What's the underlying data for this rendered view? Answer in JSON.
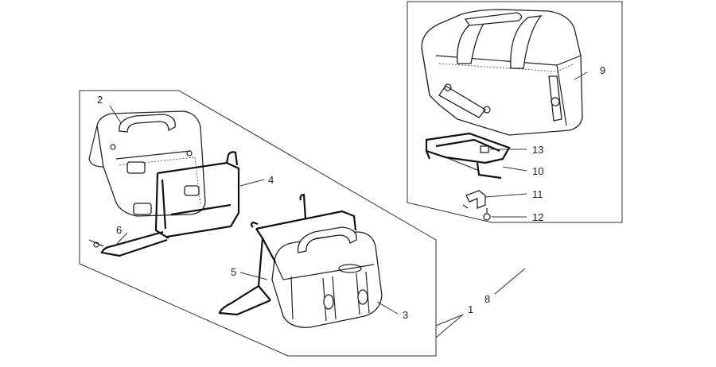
{
  "callouts": [
    {
      "id": "c1",
      "label": "1"
    },
    {
      "id": "c2",
      "label": "2"
    },
    {
      "id": "c3",
      "label": "3"
    },
    {
      "id": "c4",
      "label": "4"
    },
    {
      "id": "c5",
      "label": "5"
    },
    {
      "id": "c6",
      "label": "6"
    },
    {
      "id": "c8",
      "label": "8"
    },
    {
      "id": "c9",
      "label": "9"
    },
    {
      "id": "c10",
      "label": "10"
    },
    {
      "id": "c11",
      "label": "11"
    },
    {
      "id": "c12",
      "label": "12"
    },
    {
      "id": "c13",
      "label": "13"
    }
  ],
  "colors": {
    "line": "#222222",
    "background": "#ffffff"
  }
}
